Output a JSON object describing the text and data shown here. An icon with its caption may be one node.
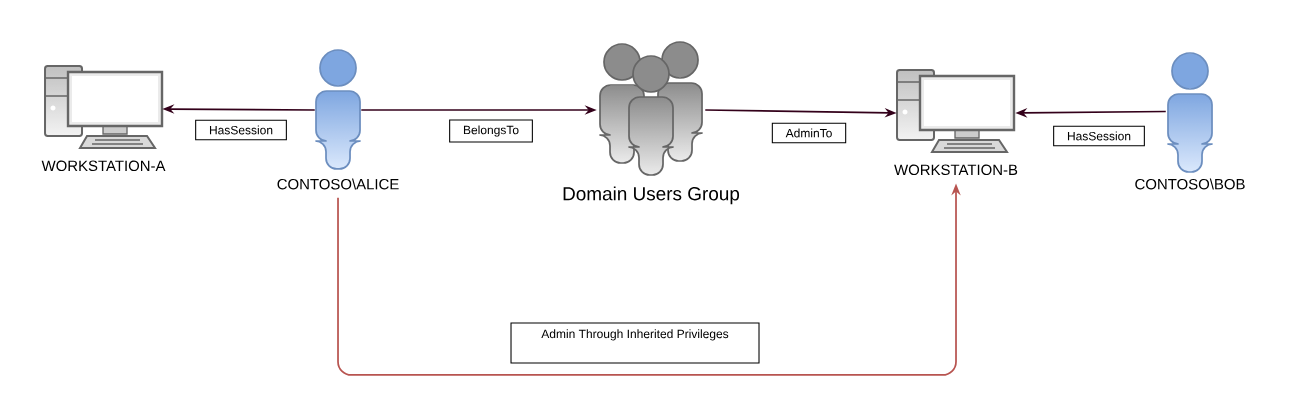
{
  "diagram": {
    "nodes": [
      {
        "text": [
          "WORKSTATION-A"
        ]
      },
      {
        "text": [
          "CONTOSO\\ALICE"
        ]
      },
      {
        "text": [
          "Domain Users Group"
        ]
      },
      {
        "text": [
          "WORKSTATION-B"
        ]
      },
      {
        "text": [
          "CONTOSO\\BOB"
        ]
      }
    ],
    "edges": [
      {
        "from": 1,
        "to": 0,
        "arrow": "to",
        "label": "HasSession"
      },
      {
        "from": 1,
        "to": 2,
        "arrow": "to",
        "label": "BelongsTo"
      },
      {
        "from": 2,
        "to": 3,
        "arrow": "to",
        "label": "AdminTo"
      },
      {
        "from": 4,
        "to": 3,
        "arrow": "to",
        "label": "HasSession"
      },
      {
        "from": 1,
        "to": 3,
        "arrow": "to",
        "label": "Admin Through Inherited Privileges",
        "color": "#b85450"
      }
    ]
  }
}
